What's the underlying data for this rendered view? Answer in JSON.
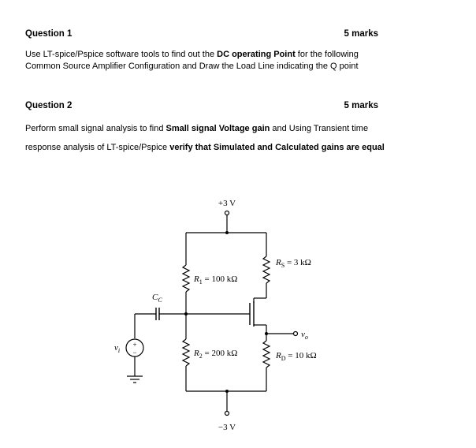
{
  "question1": {
    "title": "Question 1",
    "marks": "5 marks",
    "text_a": "Use LT-spice/Pspice software tools to find out the ",
    "bold_a": "DC operating Point",
    "text_b": " for the following",
    "line2": "Common Source Amplifier Configuration and Draw the Load Line indicating the Q point"
  },
  "question2": {
    "title": "Question 2",
    "marks": "5 marks",
    "text_a": "Perform small signal analysis to find ",
    "bold_a": "Small signal Voltage gain",
    "text_b": " and Using Transient time",
    "text_c": "response analysis of LT-spice/Pspice ",
    "bold_b": "verify that Simulated and Calculated gains are equal"
  },
  "circuit": {
    "vpos": "+3 V",
    "vneg": "−3 V",
    "r1": "R",
    "r1_sub": "1",
    "r1_val": " = 100 kΩ",
    "r2": "R",
    "r2_sub": "2",
    "r2_val": " = 200 kΩ",
    "rs": "R",
    "rs_sub": "S",
    "rs_val": " = 3 kΩ",
    "rd": "R",
    "rd_sub": "D",
    "rd_val": " = 10 kΩ",
    "cc": "C",
    "cc_sub": "C",
    "vi": "v",
    "vi_sub": "i",
    "vo": "v",
    "vo_sub": "o",
    "plus": "+",
    "minus": "−"
  }
}
